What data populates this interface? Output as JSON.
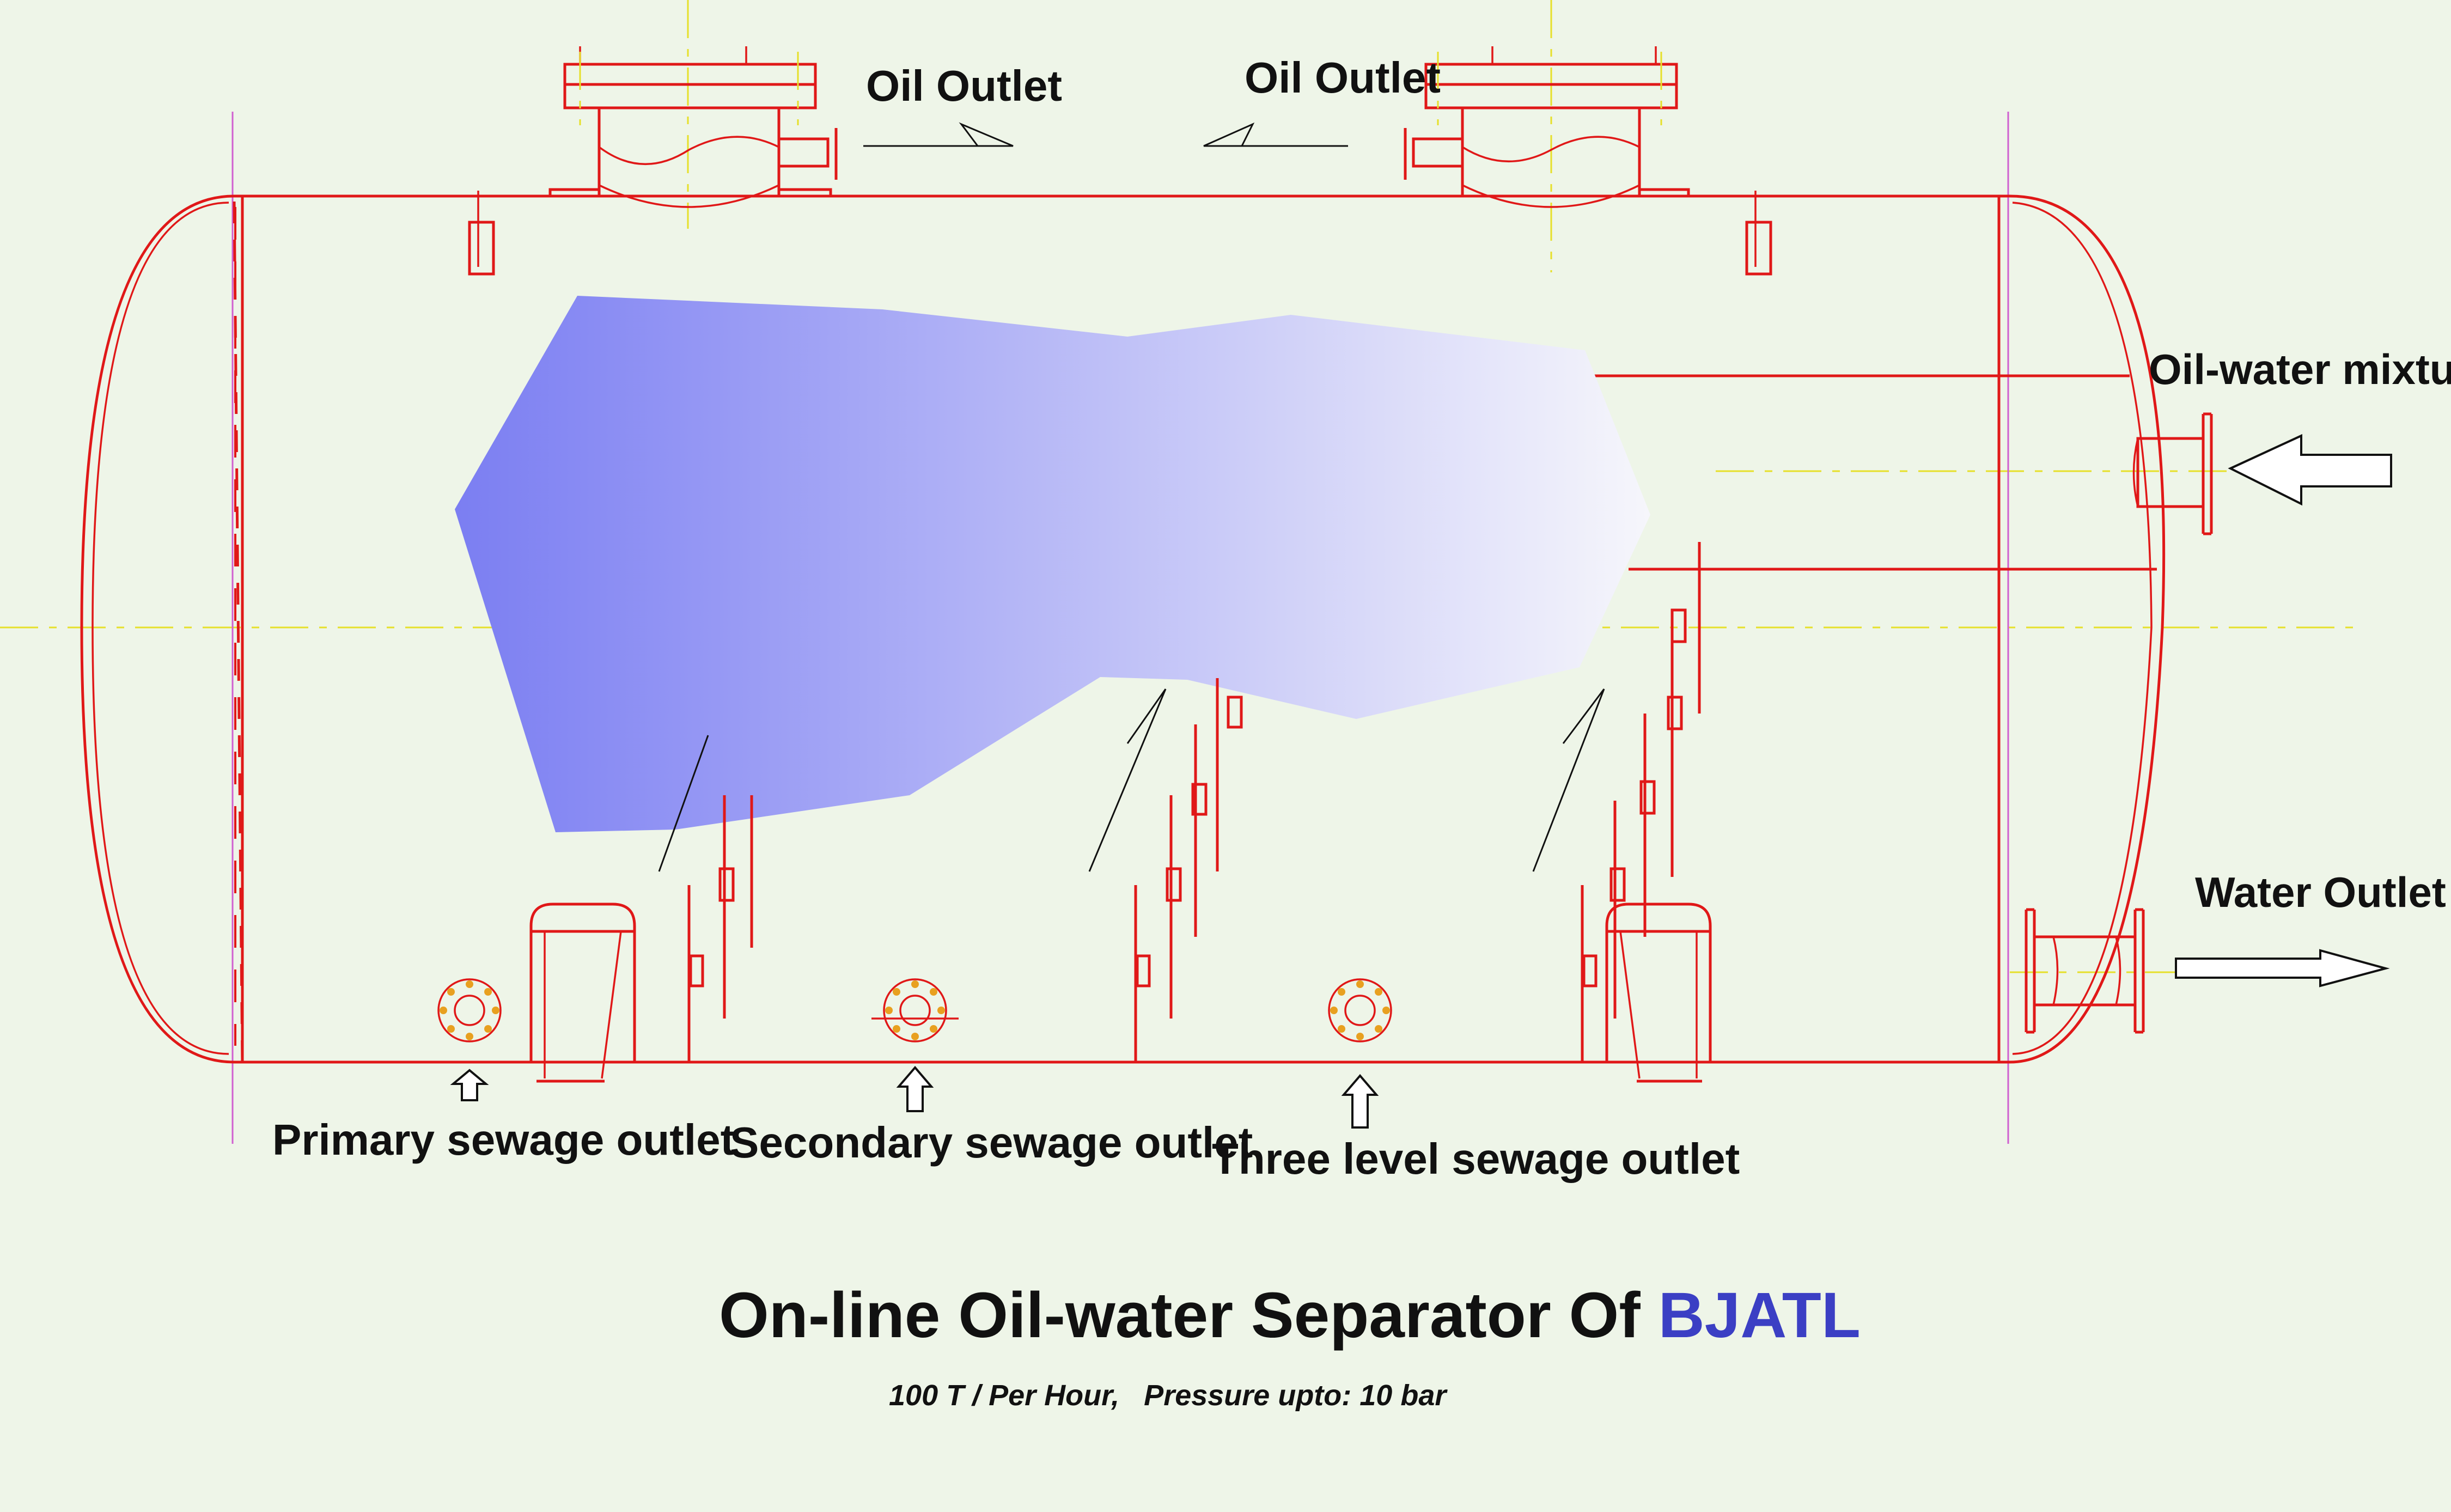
{
  "labels": {
    "oil_outlet_left": "Oil Outlet",
    "oil_outlet_right": "Oil Outlet",
    "oil_water_mixture": "Oil-water mixture",
    "water_outlet": "Water Outlet",
    "primary_sewage_outlet": "Primary sewage outlet",
    "secondary_sewage_outlet": "Secondary sewage outlet",
    "three_level_sewage_outlet": "Three level sewage outlet"
  },
  "title": {
    "main": "On-line Oil-water Separator Of ",
    "brand": "BJATL",
    "subtitle": "100 T / Per Hour,   Pressure upto: 10 bar"
  },
  "colors": {
    "background": "#eef5e8",
    "vessel_lines": "#e01818",
    "centerline": "#e6e02a",
    "brand": "#3b3fc4",
    "fluid_gradient_start": "#7b7ef2",
    "fluid_gradient_end": "#f6f6fb"
  }
}
